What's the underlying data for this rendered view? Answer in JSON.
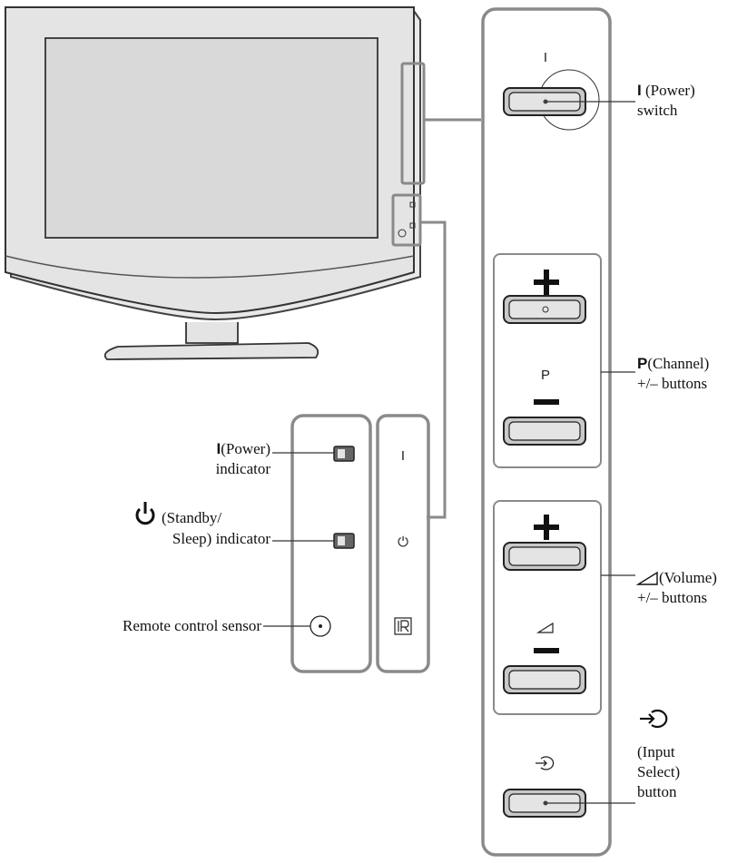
{
  "colors": {
    "panel_stroke": "#8a8a8a",
    "screen_fill": "#d9d9d9",
    "bezel_fill": "#e4e4e4",
    "button_fill": "#c8c8c8"
  },
  "icons": {
    "power": "power-bar-icon",
    "standby": "standby-icon",
    "volume": "volume-triangle-icon",
    "input": "input-select-icon",
    "ir": "ir-sensor-icon"
  },
  "panel": {
    "power_mark": "I",
    "channel_mark": "P"
  },
  "indicator_panel": {
    "power_mark": "I",
    "standby_mark": "⏻"
  },
  "callouts": {
    "power_switch": {
      "symbol": "I",
      "line1": "(Power)",
      "line2": "switch"
    },
    "channel": {
      "symbol": "P",
      "line1": "(Channel)",
      "line2": "+/– buttons"
    },
    "volume": {
      "line1": "(Volume)",
      "line2": "+/– buttons"
    },
    "input": {
      "line1": "(Input",
      "line2": "Select)",
      "line3": "button"
    },
    "power_indicator": {
      "symbol": "I",
      "line1": "(Power)",
      "line2": "indicator"
    },
    "standby_indicator": {
      "line1": "(Standby/",
      "line2": "Sleep) indicator"
    },
    "remote_sensor": {
      "text": "Remote control sensor"
    }
  }
}
